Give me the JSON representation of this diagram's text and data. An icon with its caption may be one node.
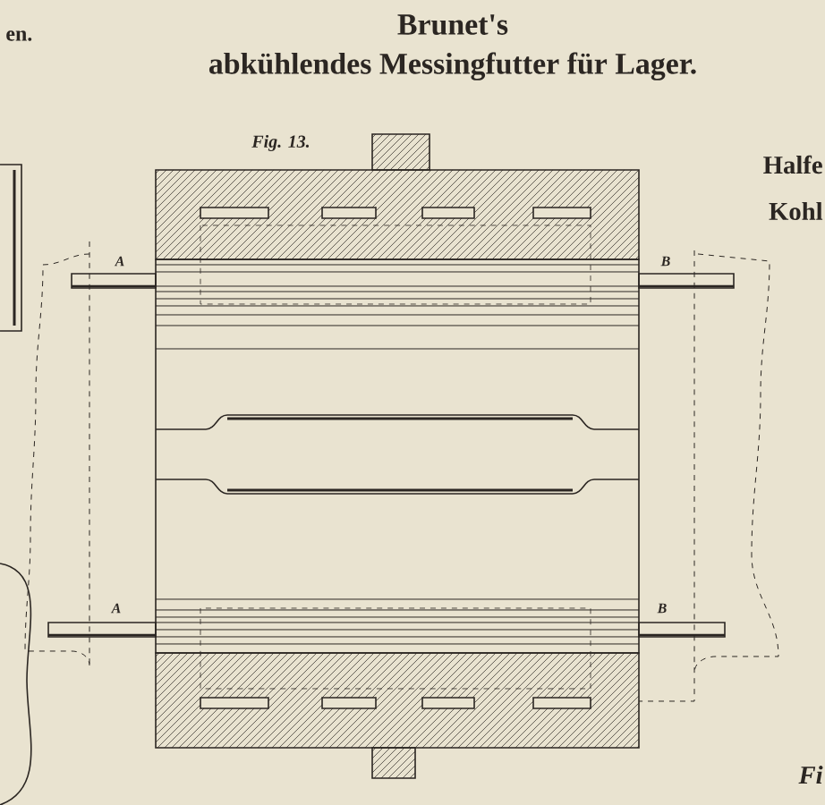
{
  "diagram": {
    "title": "Brunet's abkühlendes Messingfutter für Lager.",
    "labels": [
      "en.",
      "Fig. 13.",
      "Halfe",
      "Kohl",
      "A",
      "B",
      "A",
      "B",
      "Fi"
    ]
  }
}
